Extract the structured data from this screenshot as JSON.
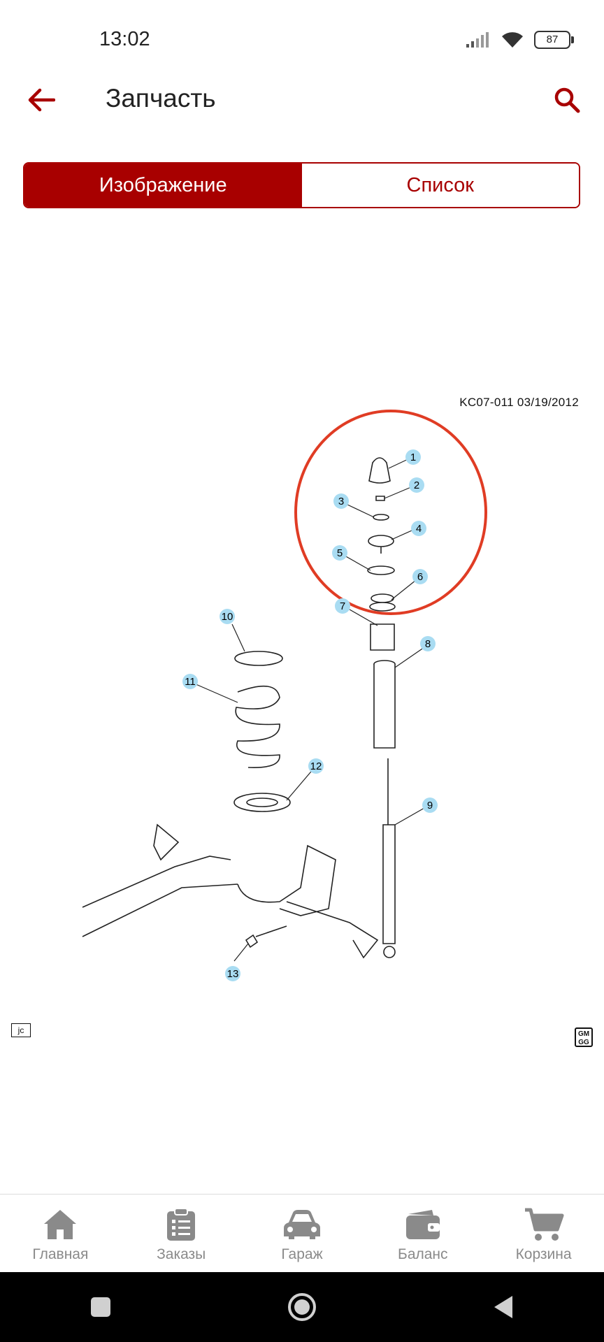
{
  "status_bar": {
    "time": "13:02",
    "battery": "87"
  },
  "app_bar": {
    "title": "Запчасть"
  },
  "tabs": [
    {
      "label": "Изображение",
      "active": true
    },
    {
      "label": "Список",
      "active": false
    }
  ],
  "diagram": {
    "code": "KC07-011  03/19/2012",
    "callouts": [
      "1",
      "2",
      "3",
      "4",
      "5",
      "6",
      "7",
      "8",
      "9",
      "10",
      "11",
      "12",
      "13"
    ],
    "corner_left": "jc",
    "highlight_color": "#e03c24",
    "callout_color": "#a9dcf2"
  },
  "bottom_nav": [
    {
      "label": "Главная",
      "icon": "home-icon"
    },
    {
      "label": "Заказы",
      "icon": "orders-icon"
    },
    {
      "label": "Гараж",
      "icon": "car-icon"
    },
    {
      "label": "Баланс",
      "icon": "wallet-icon"
    },
    {
      "label": "Корзина",
      "icon": "cart-icon"
    }
  ],
  "colors": {
    "accent": "#a80000",
    "nav_icon": "#8a8a8a"
  }
}
